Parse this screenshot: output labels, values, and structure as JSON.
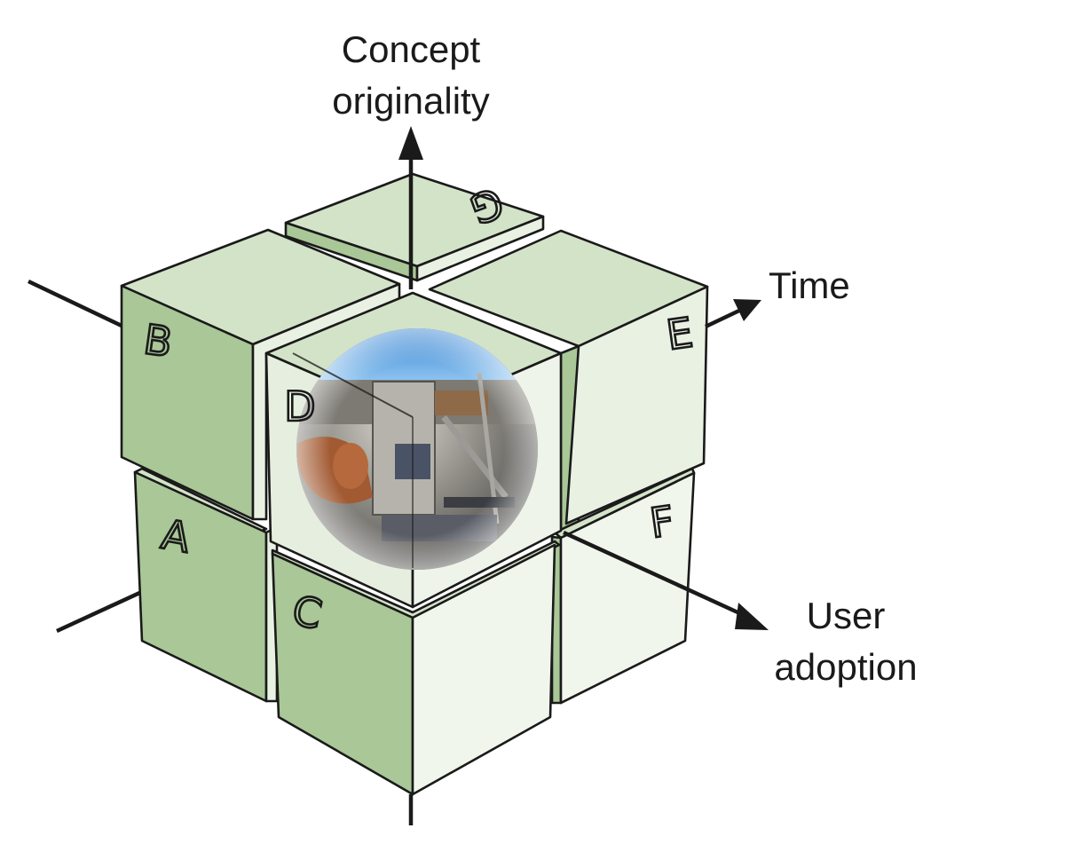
{
  "axes": {
    "vertical": {
      "line1": "Concept",
      "line2": "originality"
    },
    "time": {
      "label": "Time"
    },
    "user": {
      "line1": "User",
      "line2": "adoption"
    }
  },
  "cubes": {
    "A": "A",
    "B": "B",
    "C": "C",
    "D": "D",
    "E": "E",
    "F": "F",
    "G": "G"
  },
  "colors": {
    "top": "#d3e3c8",
    "left": "#a9c797",
    "right": "#e9f1e3",
    "right_pale": "#f1f6ed",
    "edge": "#1a1a1a",
    "gap": "#9ebd8b"
  },
  "sphere": {
    "name": "robotic-milking-machine-sphere"
  }
}
